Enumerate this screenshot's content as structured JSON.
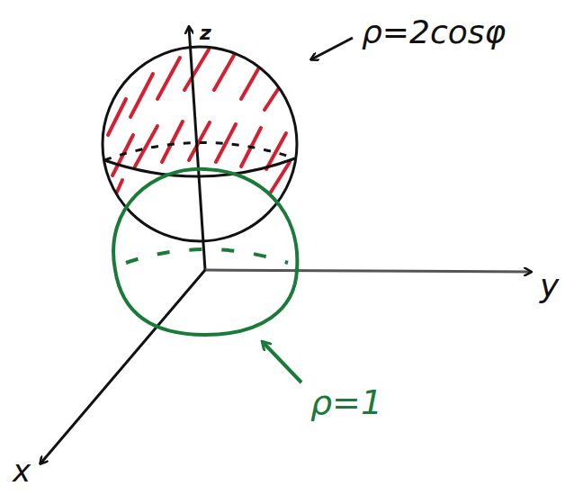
{
  "diagram": {
    "labels": [
      "z",
      "ρ=2cosφ",
      "y",
      "x",
      "ρ=1"
    ]
  }
}
